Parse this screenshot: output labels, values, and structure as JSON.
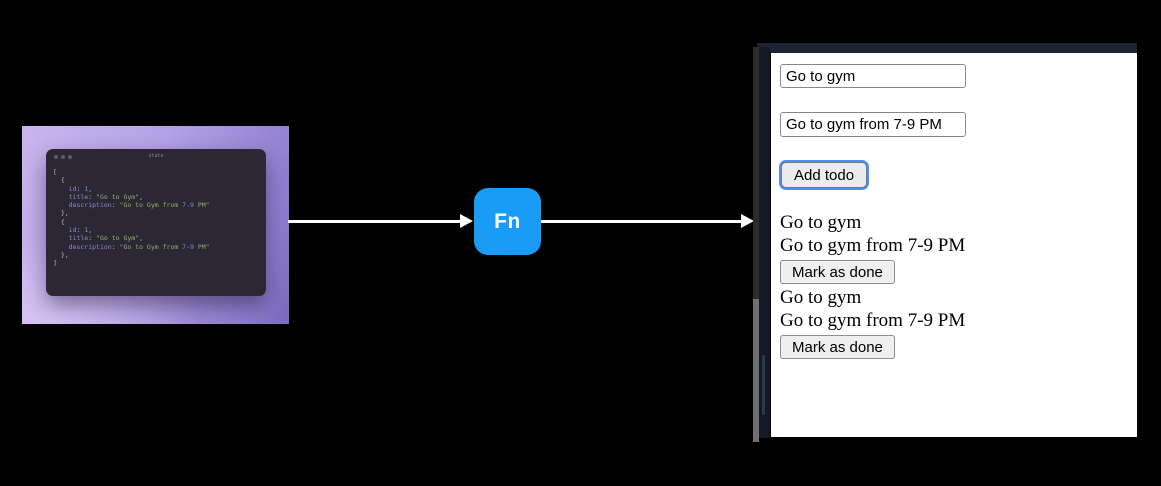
{
  "diagram": {
    "fn_label": "Fn",
    "arrow_color": "#ffffff",
    "fn_bg_color": "#189cf6"
  },
  "editor": {
    "window_title": "state",
    "window_bg": "#2b2733",
    "backdrop_gradient": [
      "#c9b6ef",
      "#b4a1e6",
      "#8d7cce"
    ],
    "traffic_lights": [
      "close",
      "minimize",
      "zoom"
    ],
    "syntax_colors": {
      "k": "#8f86d8",
      "n": "#6f92e8",
      "s": "#97b161",
      "p": "#bcb7c6"
    },
    "code_lines": [
      [
        {
          "t": "[",
          "c": "p"
        }
      ],
      [
        {
          "t": "  {",
          "c": "p"
        }
      ],
      [
        {
          "t": "    ",
          "c": "p"
        },
        {
          "t": "id",
          "c": "k"
        },
        {
          "t": ": ",
          "c": "p"
        },
        {
          "t": "1",
          "c": "n"
        },
        {
          "t": ",",
          "c": "p"
        }
      ],
      [
        {
          "t": "    ",
          "c": "p"
        },
        {
          "t": "title",
          "c": "k"
        },
        {
          "t": ": ",
          "c": "p"
        },
        {
          "t": "\"Go to Gym\"",
          "c": "s"
        },
        {
          "t": ",",
          "c": "p"
        }
      ],
      [
        {
          "t": "    ",
          "c": "p"
        },
        {
          "t": "description",
          "c": "k"
        },
        {
          "t": ": ",
          "c": "p"
        },
        {
          "t": "\"Go to Gym from ",
          "c": "s"
        },
        {
          "t": "7-9",
          "c": "n"
        },
        {
          "t": " PM\"",
          "c": "s"
        }
      ],
      [
        {
          "t": "  },",
          "c": "p"
        }
      ],
      [
        {
          "t": "  {",
          "c": "p"
        }
      ],
      [
        {
          "t": "    ",
          "c": "p"
        },
        {
          "t": "id",
          "c": "k"
        },
        {
          "t": ": ",
          "c": "p"
        },
        {
          "t": "1",
          "c": "n"
        },
        {
          "t": ",",
          "c": "p"
        }
      ],
      [
        {
          "t": "    ",
          "c": "p"
        },
        {
          "t": "title",
          "c": "k"
        },
        {
          "t": ": ",
          "c": "p"
        },
        {
          "t": "\"Go to Gym\"",
          "c": "s"
        },
        {
          "t": ",",
          "c": "p"
        }
      ],
      [
        {
          "t": "    ",
          "c": "p"
        },
        {
          "t": "description",
          "c": "k"
        },
        {
          "t": ": ",
          "c": "p"
        },
        {
          "t": "\"Go to Gym from ",
          "c": "s"
        },
        {
          "t": "7-9",
          "c": "n"
        },
        {
          "t": " PM\"",
          "c": "s"
        }
      ],
      [
        {
          "t": "  },",
          "c": "p"
        }
      ],
      [
        {
          "t": "]",
          "c": "p"
        }
      ]
    ]
  },
  "app": {
    "chrome_color": "#1d2431",
    "title_input": {
      "value": "Go to gym"
    },
    "description_input": {
      "value": "Go to gym from 7-9 PM"
    },
    "add_button_label": "Add todo",
    "todos": [
      {
        "title": "Go to gym",
        "description": "Go to gym from 7-9 PM",
        "action": "Mark as done"
      },
      {
        "title": "Go to gym",
        "description": "Go to gym from 7-9 PM",
        "action": "Mark as done"
      }
    ]
  }
}
